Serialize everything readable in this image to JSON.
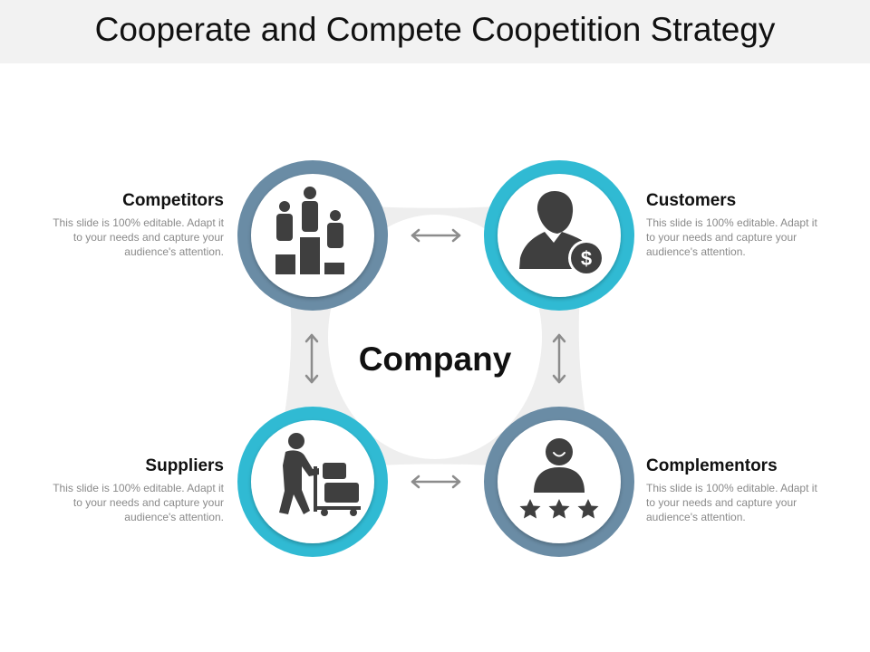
{
  "title": "Cooperate and Compete Coopetition Strategy",
  "center": "Company",
  "items": [
    {
      "title": "Competitors",
      "desc": "This slide is 100% editable. Adapt it to your needs and capture your audience's attention.",
      "icon": "podium-people-icon"
    },
    {
      "title": "Customers",
      "desc": "This slide is 100% editable. Adapt it to your needs and capture your audience's attention.",
      "icon": "customer-dollar-icon"
    },
    {
      "title": "Suppliers",
      "desc": "This slide is 100% editable. Adapt it to your needs and capture your audience's attention.",
      "icon": "delivery-worker-icon"
    },
    {
      "title": "Complementors",
      "desc": "This slide is 100% editable. Adapt it to your needs and capture your audience's attention.",
      "icon": "rated-person-icon"
    }
  ],
  "colors": {
    "slate": "#6a8ca5",
    "cyan": "#30bad3",
    "icon": "#3f3f3f",
    "arrow": "#8c8c8c",
    "connector": "#eeeeee"
  }
}
